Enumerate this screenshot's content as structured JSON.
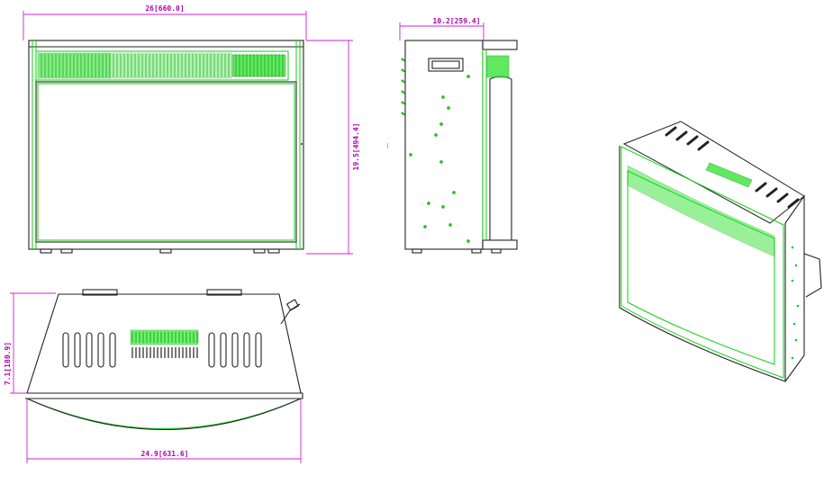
{
  "dimensions": {
    "front_width": "26[660.0]",
    "front_height": "19.5[494.4]",
    "side_depth": "10.2[259.4]",
    "top_depth": "7.1[180.9]",
    "top_width": "24.9[631.6]"
  },
  "colors": {
    "dimension": "#d020d0",
    "outline": "#222222",
    "highlight": "#12d012"
  }
}
